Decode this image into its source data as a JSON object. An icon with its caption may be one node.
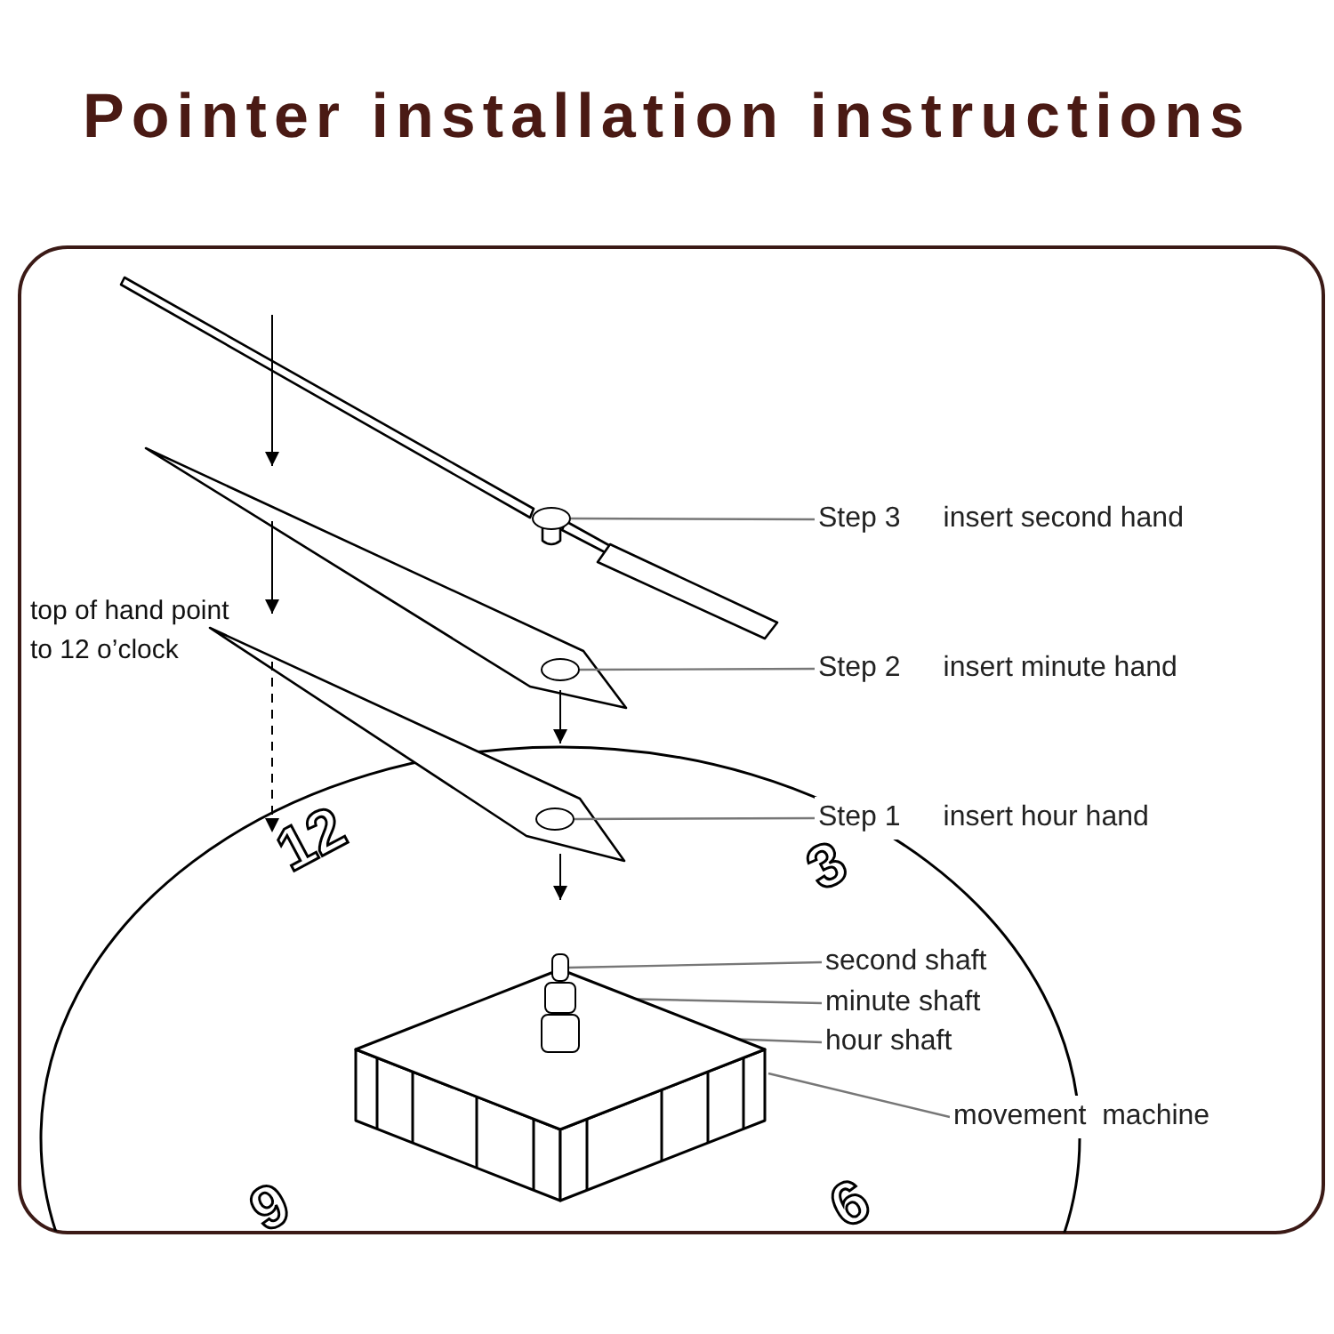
{
  "diagram": {
    "title": "Pointer installation instructions",
    "nodes": [
      {
        "text": [
          "Step 3",
          "insert second hand"
        ]
      },
      {
        "text": [
          "Step 2",
          "insert minute hand"
        ]
      },
      {
        "text": [
          "Step 1",
          "insert hour hand"
        ]
      },
      {
        "text": [
          "second shaft"
        ]
      },
      {
        "text": [
          "minute shaft"
        ]
      },
      {
        "text": [
          "hour shaft"
        ]
      },
      {
        "text": [
          "movement  machine"
        ]
      },
      {
        "text": [],
        "shape": "circle"
      },
      {
        "text": [],
        "shape": "circle"
      },
      {
        "text": [],
        "shape": "circle"
      },
      {
        "text": [],
        "shape": "cylinder",
        "in": 13
      },
      {
        "text": [],
        "shape": "cylinder",
        "in": 13
      },
      {
        "text": [],
        "shape": "cylinder",
        "in": 13
      },
      {
        "text": [],
        "shape": "picture"
      }
    ],
    "edges": [
      {
        "from": 0,
        "to": 7,
        "arrow": "none"
      },
      {
        "from": 1,
        "to": 8,
        "arrow": "none"
      },
      {
        "from": 2,
        "to": 9,
        "arrow": "none"
      },
      {
        "from": 3,
        "to": 10,
        "arrow": "none"
      },
      {
        "from": 4,
        "to": 11,
        "arrow": "none"
      },
      {
        "from": 5,
        "to": 12,
        "arrow": "none"
      },
      {
        "from": 6,
        "to": 13,
        "arrow": "none"
      }
    ],
    "labels": [
      "top of hand point to 12 o’clock",
      "12",
      "3",
      "9",
      "6"
    ]
  }
}
